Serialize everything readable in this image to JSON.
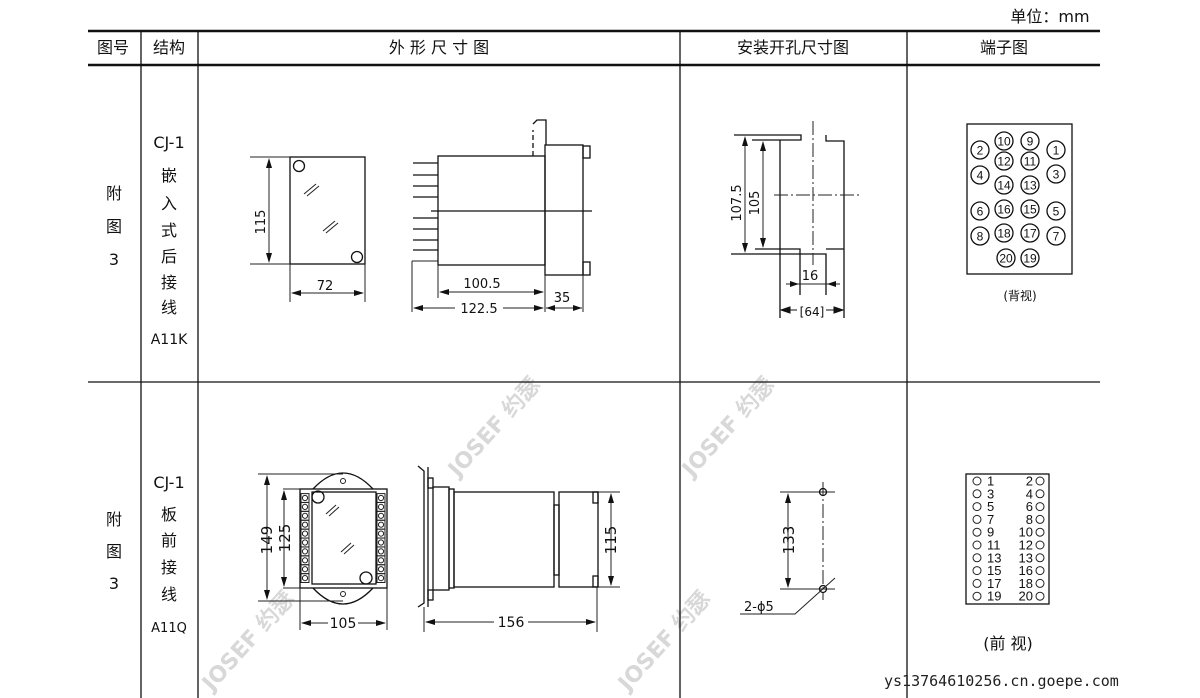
{
  "units_label": "单位：mm",
  "header": {
    "col_fig_no": "图号",
    "col_structure": "结构",
    "col_outline": "外 形 尺 寸 图",
    "col_cutout": "安装开孔尺寸图",
    "col_terminal": "端子图"
  },
  "rows": [
    {
      "fig": [
        "附",
        "图",
        "3"
      ],
      "model": "CJ-1",
      "structure": [
        "嵌",
        "入",
        "式",
        "后",
        "接",
        "线"
      ],
      "code": "A11K",
      "outline_dims": {
        "height": "115",
        "width": "72",
        "body": "100.5",
        "total": "122.5",
        "front": "35"
      },
      "cutout_dims": {
        "outer": "107.5",
        "inner": "105",
        "slot": "16",
        "depth": "[64]"
      },
      "terminal_view": "(背视)",
      "terminals": [
        "10",
        "9",
        "2",
        "1",
        "12",
        "11",
        "4",
        "3",
        "14",
        "13",
        "6",
        "5",
        "16",
        "15",
        "8",
        "7",
        "18",
        "17",
        "20",
        "19"
      ]
    },
    {
      "fig": [
        "附",
        "图",
        "3"
      ],
      "model": "CJ-1",
      "structure": [
        "板",
        "前",
        "接",
        "线"
      ],
      "code": "A11Q",
      "outline_dims": {
        "height_outer": "149",
        "height_inner": "125",
        "width": "105",
        "length": "156",
        "side_height": "115"
      },
      "cutout_dims": {
        "spacing": "133",
        "holes": "2-ϕ5"
      },
      "terminal_view": "(前 视)",
      "terminals_left": [
        "1",
        "3",
        "5",
        "7",
        "9",
        "11",
        "13",
        "15",
        "17",
        "19"
      ],
      "terminals_right": [
        "2",
        "4",
        "6",
        "8",
        "10",
        "12",
        "13",
        "16",
        "18",
        "20"
      ]
    }
  ],
  "watermark": "JOSEF 约瑟",
  "footer": "ys13764610256.cn.goepe.com"
}
